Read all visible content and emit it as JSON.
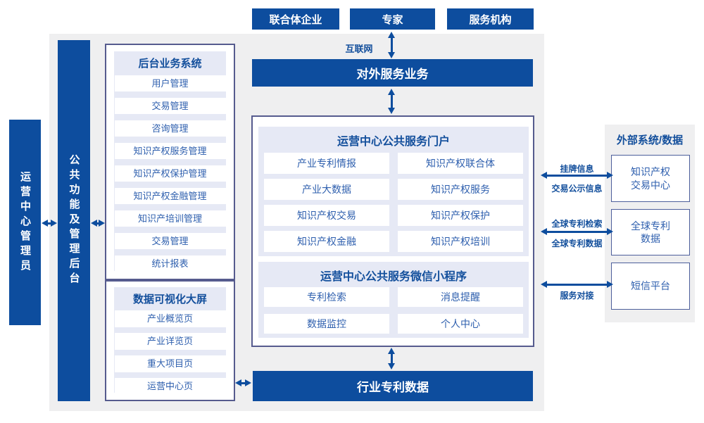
{
  "colors": {
    "primary_blue": "#0d4d9e",
    "panel_border": "#565b8e",
    "inner_panel_bg": "#e6e9f5",
    "canvas_gray": "#efeff0",
    "title_text": "#134f9c",
    "item_text": "#2e5fae"
  },
  "top_actors": {
    "items": [
      "联合体企业",
      "专家",
      "服务机构"
    ]
  },
  "internet": {
    "label": "互联网"
  },
  "external_service_bar": {
    "label": "对外服务业务"
  },
  "admin_bar": {
    "label": "运营中心管理员"
  },
  "backend_function_bar": {
    "label": "公共功能及管理后台"
  },
  "backend_system_panel": {
    "title": "后台业务系统",
    "items": [
      "用户管理",
      "交易管理",
      "咨询管理",
      "知识产权服务管理",
      "知识产权保护管理",
      "知识产权金融管理",
      "知识产培训管理",
      "交易管理",
      "统计报表"
    ]
  },
  "dashboard_panel": {
    "title": "数据可视化大屏",
    "items": [
      "产业概览页",
      "产业详览页",
      "重大项目页",
      "运营中心页"
    ]
  },
  "center_panel": {
    "portal": {
      "title": "运营中心公共服务门户",
      "items": [
        "产业专利情报",
        "知识产权联合体",
        "产业大数据",
        "知识产权服务",
        "知识产权交易",
        "知识产权保护",
        "知识产权金融",
        "知识产权培训"
      ]
    },
    "miniapp": {
      "title": "运营中心公共服务微信小程序",
      "items": [
        "专利检索",
        "消息提醒",
        "数据监控",
        "个人中心"
      ]
    }
  },
  "industry_patent_bar": {
    "label": "行业专利数据"
  },
  "external_panel": {
    "title": "外部系统/数据",
    "boxes": [
      {
        "line1": "知识产权",
        "line2": "交易中心"
      },
      {
        "line1": "全球专利",
        "line2": "数据"
      },
      {
        "line1": "短信平台",
        "line2": ""
      }
    ],
    "links": [
      {
        "top": "挂牌信息",
        "bottom": "交易公示信息"
      },
      {
        "top": "全球专利检索",
        "bottom": "全球专利数据"
      },
      {
        "top": "",
        "bottom": "服务对接"
      }
    ]
  }
}
